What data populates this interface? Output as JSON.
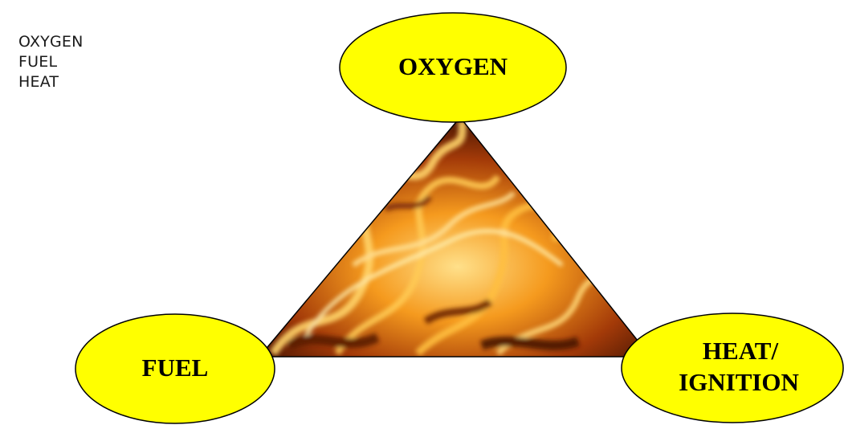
{
  "side_list": {
    "items": [
      "OXYGEN",
      "FUEL",
      "HEAT"
    ]
  },
  "diagram": {
    "title": "",
    "center_image": "fire-flames",
    "nodes": [
      {
        "id": "oxygen",
        "lines": [
          "OXYGEN"
        ]
      },
      {
        "id": "fuel",
        "lines": [
          "FUEL"
        ]
      },
      {
        "id": "heat",
        "lines": [
          "HEAT/",
          "IGNITION"
        ]
      }
    ],
    "colors": {
      "node_fill": "#ffff00",
      "node_stroke": "#000000",
      "triangle_edge": "#000000",
      "flame_dark": "#2a0c02",
      "flame_mid": "#b3400a",
      "flame_bright": "#ffb23a",
      "flame_glow": "#ffe08a"
    }
  }
}
